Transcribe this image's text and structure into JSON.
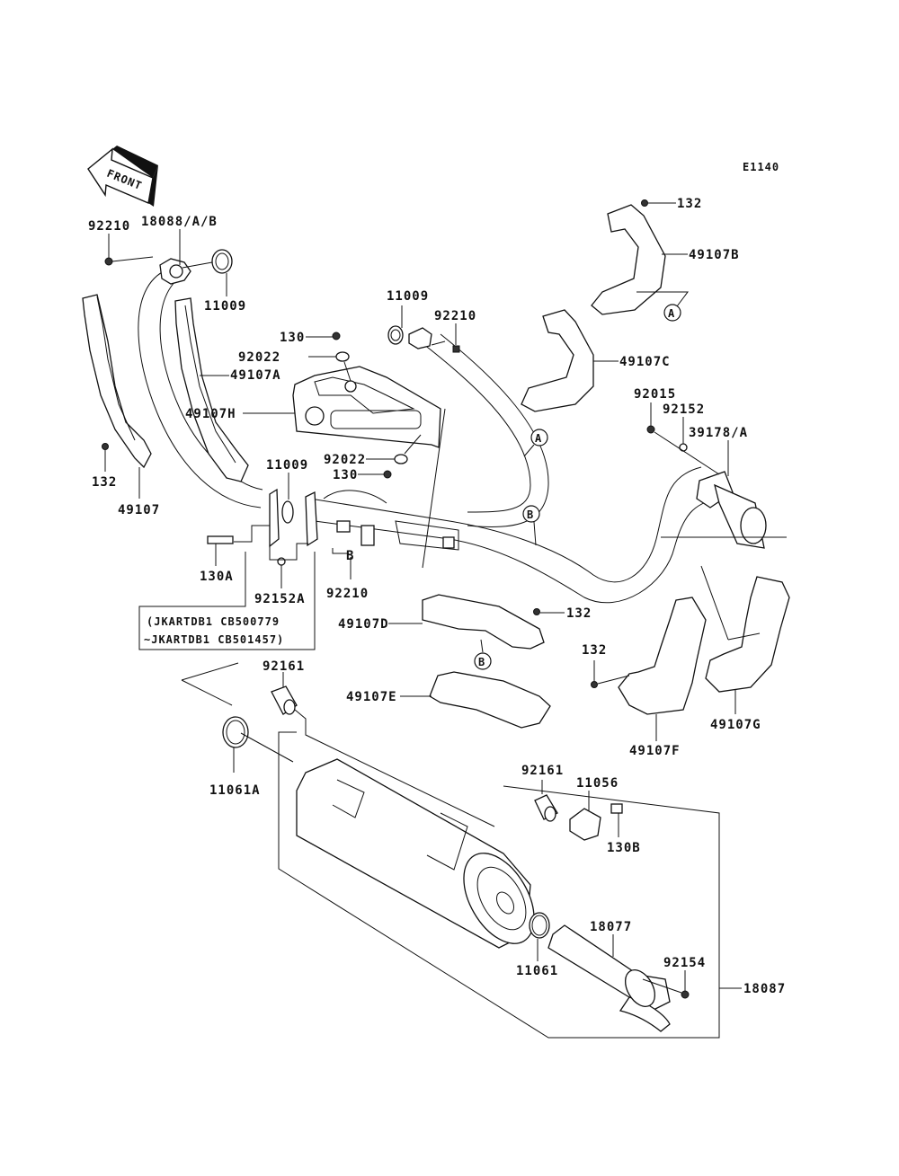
{
  "diagram": {
    "code": "E1140",
    "front_arrow": "FRONT",
    "serial_note": {
      "line1": "(JKARTDB1 CB500779",
      "line2": "~JKARTDB1 CB501457)"
    },
    "callouts": {
      "a": "A",
      "b": "B"
    },
    "labels": {
      "p92210_top": "92210",
      "p18088": "18088/A/B",
      "p11009_top": "11009",
      "p49107A": "49107A",
      "p49107H": "49107H",
      "p132_left": "132",
      "p49107": "49107",
      "p130_top": "130",
      "p92022_top": "92022",
      "p92022_bot": "92022",
      "p130_bot": "130",
      "p11009_mid": "11009",
      "p92210_mid": "92210",
      "p11009_flange": "11009",
      "p130A": "130A",
      "p92152A": "92152A",
      "p92210_low": "92210",
      "p132_top": "132",
      "p49107B": "49107B",
      "p49107C": "49107C",
      "p92015": "92015",
      "p92152": "92152",
      "p39178": "39178/A",
      "p49107D": "49107D",
      "p132_d": "132",
      "p49107E": "49107E",
      "p132_f": "132",
      "p49107F": "49107F",
      "p49107G": "49107G",
      "p92161_left": "92161",
      "p11061A": "11061A",
      "p92161_right": "92161",
      "p11056": "11056",
      "p130B": "130B",
      "p18077": "18077",
      "p92154": "92154",
      "p11061": "11061",
      "p18087": "18087"
    }
  }
}
